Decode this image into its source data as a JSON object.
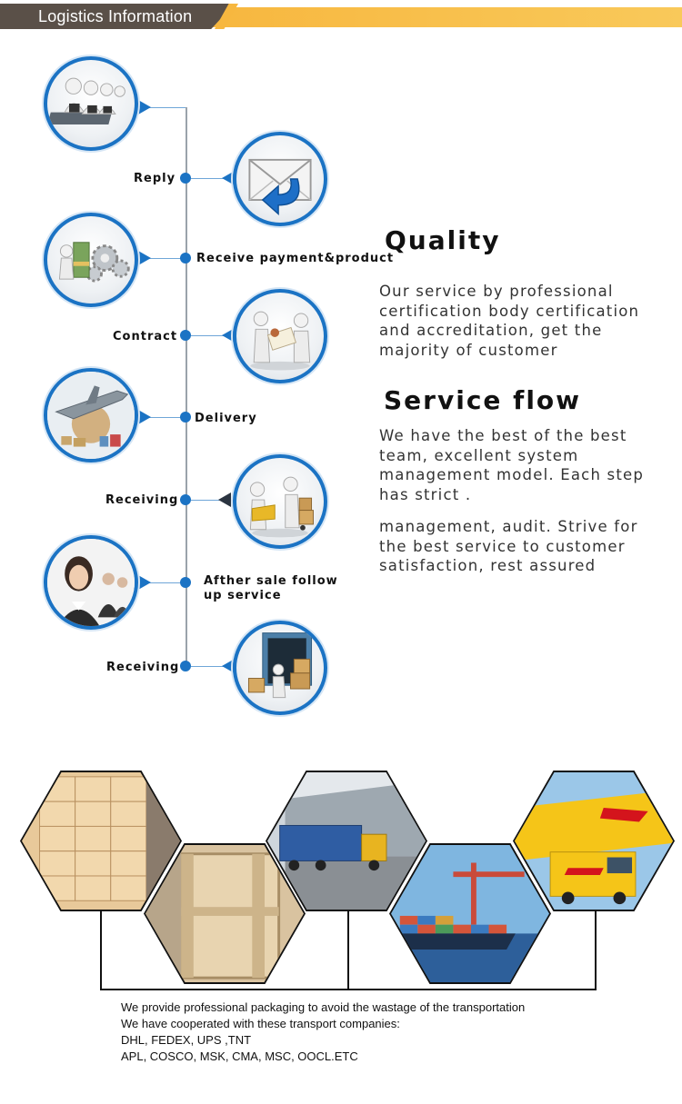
{
  "header": {
    "title": "Logistics Information"
  },
  "steps": [
    {
      "label": "Reply",
      "icon": "customer-service-icon"
    },
    {
      "label": "Receive payment&product",
      "icon": "email-reply-icon"
    },
    {
      "label": "Contract",
      "icon": "money-gears-icon"
    },
    {
      "label": "Delivery",
      "icon": "handshake-contract-icon"
    },
    {
      "label": "Receiving",
      "icon": "airplane-delivery-icon"
    },
    {
      "label": "Afther sale follow up service",
      "icon": "receiving-cart-icon"
    },
    {
      "label": "Receiving",
      "icon": "after-sale-support-icon"
    }
  ],
  "quality": {
    "title": "Quality",
    "text": "Our service by professional certification body certification and accreditation, get the majority of customer"
  },
  "service_flow": {
    "title": "Service flow",
    "text1": "We have the best of the best team, excellent system management model. Each step has strict .",
    "text2": "management, audit. Strive for the best service to customer satisfaction, rest assured"
  },
  "footer": {
    "line1": "We provide professional packaging to avoid the wastage of the transportation",
    "line2": "We have cooperated with these transport companies:",
    "line3": "DHL, FEDEX, UPS ,TNT",
    "line4": "APL, COSCO, MSK, CMA, MSC, OOCL.ETC"
  },
  "colors": {
    "accent": "#1b73c4",
    "header_bar": "#f7b73f",
    "header_tab": "#5a5048"
  }
}
